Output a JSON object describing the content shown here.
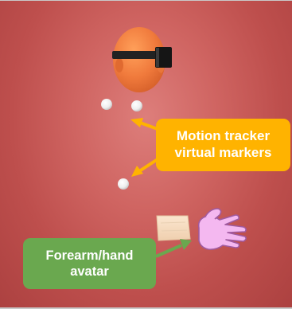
{
  "labels": {
    "tracker_line1": "Motion tracker",
    "tracker_line2": "virtual markers",
    "avatar_line1": "Forearm/hand",
    "avatar_line2": "avatar"
  },
  "colors": {
    "background": "#cf6461",
    "tracker_callout": "#ffb300",
    "avatar_callout": "#6aa84f",
    "head": "#f07a3c",
    "headset": "#1a1a1a",
    "markers": "#f4f4f4",
    "hand": "#f4b8f0",
    "forearm": "#f5dcc0"
  }
}
